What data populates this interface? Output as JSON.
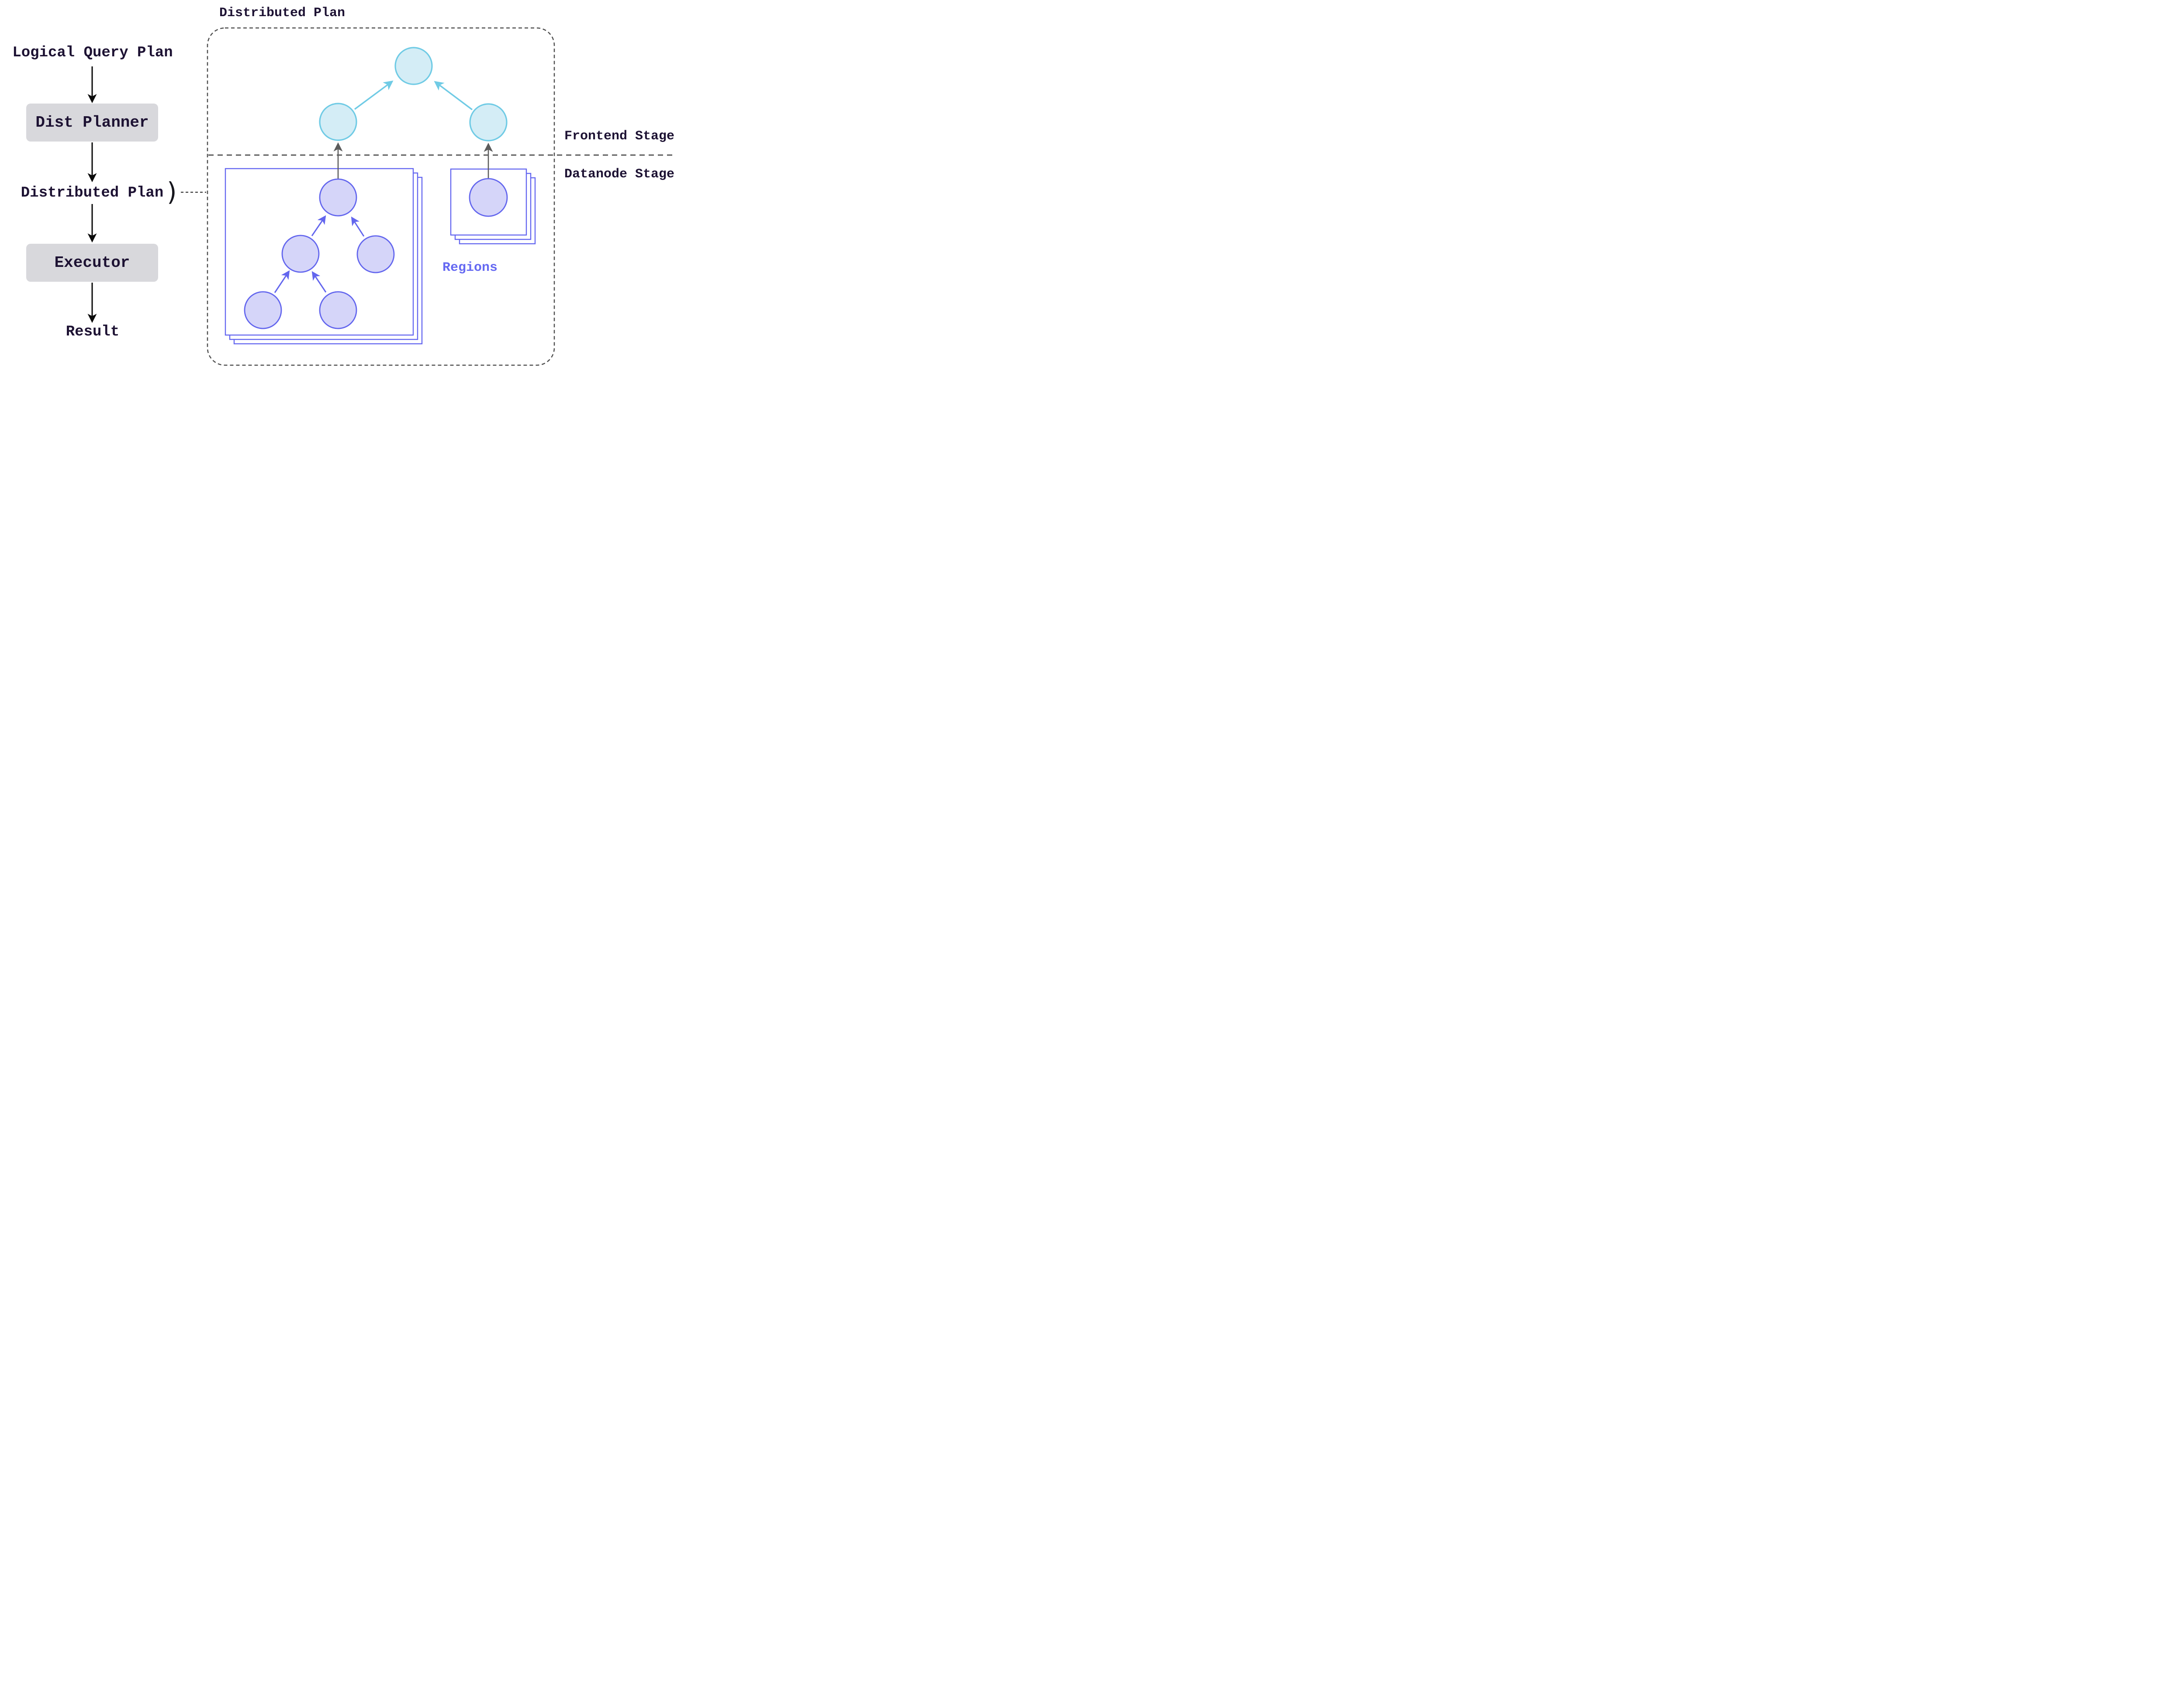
{
  "left_flow": {
    "logical_query_plan_label": "Logical Query Plan",
    "dist_planner_label": "Dist Planner",
    "distributed_plan_label": "Distributed Plan",
    "brace_glyph": ")",
    "executor_label": "Executor",
    "result_label": "Result"
  },
  "plan_region": {
    "title": "Distributed Plan",
    "frontend_stage_label": "Frontend Stage",
    "datanode_stage_label": "Datanode Stage",
    "regions_label": "Regions",
    "frontend_node_count": 3,
    "datanode_left_tree_node_count": 5,
    "datanode_right_tree_node_count": 1
  },
  "colors": {
    "text": "#1d1233",
    "process_box_fill": "#d8d8dc",
    "frontend_node_stroke": "#70cbe5",
    "frontend_node_fill": "#d4edf6",
    "datanode_node_stroke": "#6366ee",
    "datanode_node_fill": "#d5d5f9",
    "region_stack_stroke": "#6467f0",
    "regions_text": "#6569f2",
    "dashed_region_border": "#4f4f4f",
    "stage_separator": "#5a5a5a",
    "flow_arrow": "#0a0a0a",
    "stage_arrow": "#5c5c5c"
  }
}
